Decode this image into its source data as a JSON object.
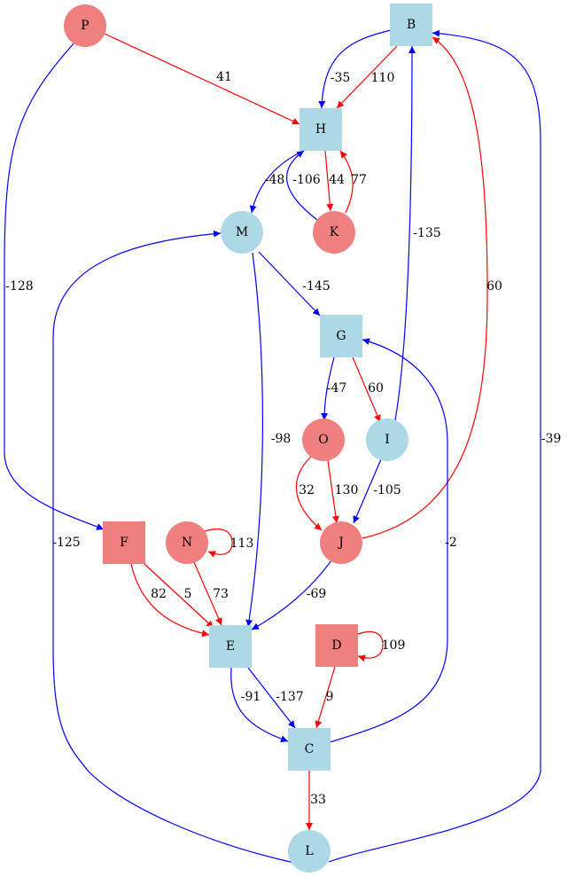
{
  "colors": {
    "red": "#ff0000",
    "blue": "#0000ff",
    "red_fill": "#f08080",
    "blue_fill": "#add8e6"
  },
  "nodes": [
    {
      "id": "P",
      "label": "P",
      "shape": "circle",
      "color": "red"
    },
    {
      "id": "B",
      "label": "B",
      "shape": "square",
      "color": "blue"
    },
    {
      "id": "H",
      "label": "H",
      "shape": "square",
      "color": "blue"
    },
    {
      "id": "M",
      "label": "M",
      "shape": "circle",
      "color": "blue"
    },
    {
      "id": "K",
      "label": "K",
      "shape": "circle",
      "color": "red"
    },
    {
      "id": "G",
      "label": "G",
      "shape": "square",
      "color": "blue"
    },
    {
      "id": "O",
      "label": "O",
      "shape": "circle",
      "color": "red"
    },
    {
      "id": "I",
      "label": "I",
      "shape": "circle",
      "color": "blue"
    },
    {
      "id": "J",
      "label": "J",
      "shape": "circle",
      "color": "red"
    },
    {
      "id": "F",
      "label": "F",
      "shape": "square",
      "color": "red"
    },
    {
      "id": "N",
      "label": "N",
      "shape": "circle",
      "color": "red"
    },
    {
      "id": "E",
      "label": "E",
      "shape": "square",
      "color": "blue"
    },
    {
      "id": "D",
      "label": "D",
      "shape": "square",
      "color": "red"
    },
    {
      "id": "C",
      "label": "C",
      "shape": "square",
      "color": "blue"
    },
    {
      "id": "L",
      "label": "L",
      "shape": "circle",
      "color": "blue"
    }
  ],
  "edges": [
    {
      "id": "P-H",
      "from": "P",
      "to": "H",
      "label": "41",
      "color": "red"
    },
    {
      "id": "P-F",
      "from": "P",
      "to": "F",
      "label": "-128",
      "color": "blue"
    },
    {
      "id": "B-H-1",
      "from": "B",
      "to": "H",
      "label": "-35",
      "color": "blue"
    },
    {
      "id": "B-H-2",
      "from": "B",
      "to": "H",
      "label": "110",
      "color": "red"
    },
    {
      "id": "H-M",
      "from": "H",
      "to": "M",
      "label": "-48",
      "color": "blue"
    },
    {
      "id": "K-H",
      "from": "K",
      "to": "H",
      "label": "-106",
      "color": "blue"
    },
    {
      "id": "H-K",
      "from": "H",
      "to": "K",
      "label": "44",
      "color": "red"
    },
    {
      "id": "K-H-2",
      "from": "K",
      "to": "H",
      "label": "77",
      "color": "red"
    },
    {
      "id": "I-B",
      "from": "I",
      "to": "B",
      "label": "-135",
      "color": "blue"
    },
    {
      "id": "J-B",
      "from": "J",
      "to": "B",
      "label": "60",
      "color": "red"
    },
    {
      "id": "M-G",
      "from": "M",
      "to": "G",
      "label": "-145",
      "color": "blue"
    },
    {
      "id": "M-E",
      "from": "M",
      "to": "E",
      "label": "-98",
      "color": "blue"
    },
    {
      "id": "L-M",
      "from": "L",
      "to": "M",
      "label": "-125",
      "color": "blue"
    },
    {
      "id": "L-B",
      "from": "L",
      "to": "B",
      "label": "-39",
      "color": "blue"
    },
    {
      "id": "G-O",
      "from": "G",
      "to": "O",
      "label": "-47",
      "color": "blue"
    },
    {
      "id": "G-I",
      "from": "G",
      "to": "I",
      "label": "60",
      "color": "red"
    },
    {
      "id": "O-J-1",
      "from": "O",
      "to": "J",
      "label": "32",
      "color": "red"
    },
    {
      "id": "O-J-2",
      "from": "O",
      "to": "J",
      "label": "130",
      "color": "red"
    },
    {
      "id": "I-J",
      "from": "I",
      "to": "J",
      "label": "-105",
      "color": "blue"
    },
    {
      "id": "J-E",
      "from": "J",
      "to": "E",
      "label": "-69",
      "color": "blue"
    },
    {
      "id": "C-G",
      "from": "C",
      "to": "G",
      "label": "-2",
      "color": "blue"
    },
    {
      "id": "N-N",
      "from": "N",
      "to": "N",
      "label": "113",
      "color": "red"
    },
    {
      "id": "F-E-1",
      "from": "F",
      "to": "E",
      "label": "82",
      "color": "red"
    },
    {
      "id": "F-E-2",
      "from": "F",
      "to": "E",
      "label": "5",
      "color": "red"
    },
    {
      "id": "N-E",
      "from": "N",
      "to": "E",
      "label": "73",
      "color": "red"
    },
    {
      "id": "D-D",
      "from": "D",
      "to": "D",
      "label": "109",
      "color": "red"
    },
    {
      "id": "E-C-1",
      "from": "E",
      "to": "C",
      "label": "-91",
      "color": "blue"
    },
    {
      "id": "E-C-2",
      "from": "E",
      "to": "C",
      "label": "-137",
      "color": "blue"
    },
    {
      "id": "D-C",
      "from": "D",
      "to": "C",
      "label": "9",
      "color": "red"
    },
    {
      "id": "C-L",
      "from": "C",
      "to": "L",
      "label": "33",
      "color": "red"
    }
  ]
}
